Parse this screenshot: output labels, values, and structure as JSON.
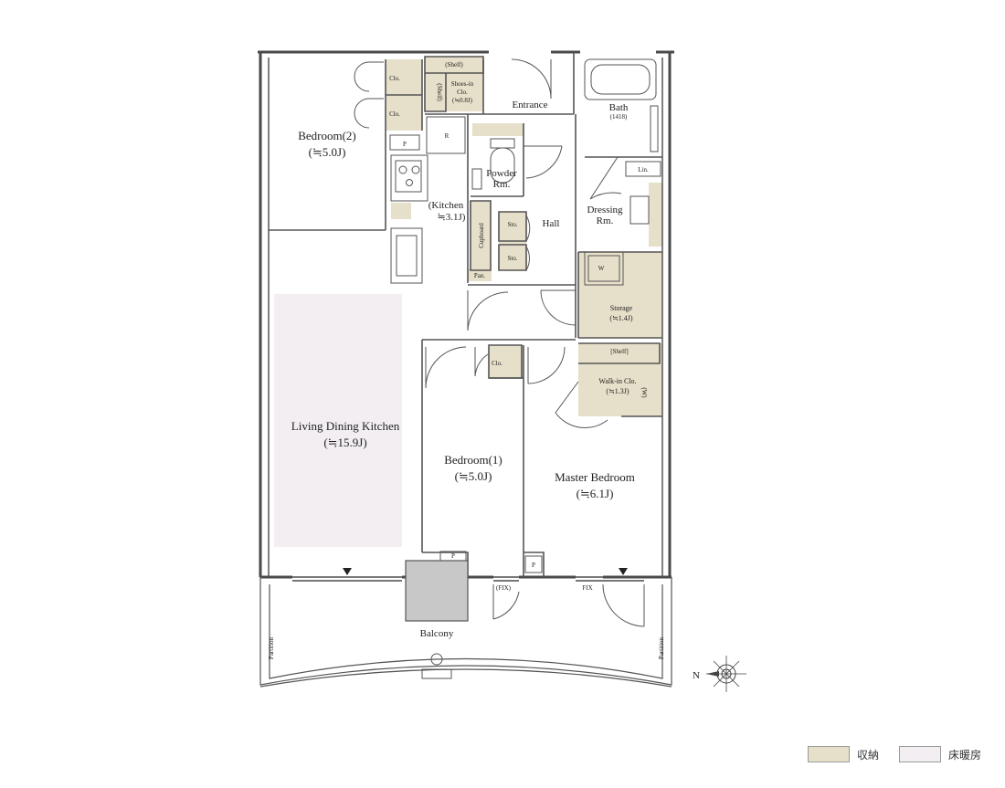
{
  "rooms": {
    "bedroom2": {
      "name": "Bedroom(2)",
      "area": "(≒5.0J)"
    },
    "ldk": {
      "name": "Living Dining Kitchen",
      "area": "(≒15.9J)"
    },
    "kitchen": {
      "name": "(Kitchen",
      "area": "≒3.1J)"
    },
    "entrance": "Entrance",
    "bath": {
      "name": "Bath",
      "size": "(1418)"
    },
    "powder": {
      "name": "Powder",
      "name2": "Rm."
    },
    "dressing": {
      "name": "Dressing",
      "name2": "Rm."
    },
    "hall": "Hall",
    "storage": {
      "name": "Storage",
      "area": "(≒1.4J)"
    },
    "walkin": {
      "name": "Walk-in Clo.",
      "area": "(≒1.3J)"
    },
    "bedroom1": {
      "name": "Bedroom(1)",
      "area": "(≒5.0J)"
    },
    "master": {
      "name": "Master Bedroom",
      "area": "(≒6.1J)"
    },
    "balcony": "Balcony"
  },
  "small_labels": {
    "clo": "Clo.",
    "shelf_paren": "(Shelf)",
    "shelf_bracket": "[Shelf]",
    "shoes_in": "Shoes-in",
    "shoes_clo": "Clo.",
    "shoes_area": "(≒0.8J)",
    "r": "R",
    "p": "P",
    "cupboard": "Cupboard",
    "sto": "Sto.",
    "pan": "Pan.",
    "lin": "Lin.",
    "w": "W",
    "w_paren": "(W)",
    "fix": "FIX",
    "fix_paren": "(FIX)",
    "partition": "Partition"
  },
  "compass": {
    "north": "N"
  },
  "legend": [
    {
      "label": "収納",
      "color": "#e6dfc9"
    },
    {
      "label": "床暖房",
      "color": "#f3eef2"
    }
  ],
  "colors": {
    "wall": "#4a4a4a",
    "storage": "#e6dfc9",
    "floor_heating": "#f3eef2",
    "vent": "#c8c8c8"
  }
}
